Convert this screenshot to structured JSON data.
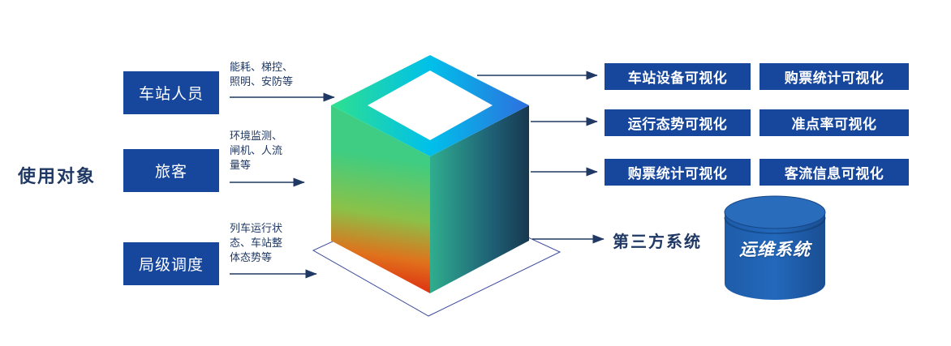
{
  "title": "使用对象",
  "left_groups": [
    {
      "box": "车站人员",
      "note_lines": [
        "能耗、梯控、",
        "照明、安防等"
      ]
    },
    {
      "box": "旅客",
      "note_lines": [
        "环境监测、",
        "闸机、人流",
        "量等"
      ]
    },
    {
      "box": "局级调度",
      "note_lines": [
        "列车运行状",
        "态、车站整",
        "体态势等"
      ]
    }
  ],
  "right_boxes": [
    {
      "col1": "车站设备可视化",
      "col2": "购票统计可视化"
    },
    {
      "col1": "运行态势可视化",
      "col2": "准点率可视化"
    },
    {
      "col1": "购票统计可视化",
      "col2": "客流信息可视化"
    }
  ],
  "third_party_label": "第三方系统",
  "cylinder_label": "运维系统",
  "colors": {
    "box_blue": "#17479D",
    "navy_text": "#1F3864",
    "cylinder_blue": "#1E5CA8",
    "cube_green": "#2EE08E",
    "cube_cyan": "#00C0EA",
    "cube_blue": "#2E6FDE",
    "cube_red": "#DE1F0F",
    "cube_teal": "#2FAE8E",
    "cube_dark": "#17384F"
  }
}
